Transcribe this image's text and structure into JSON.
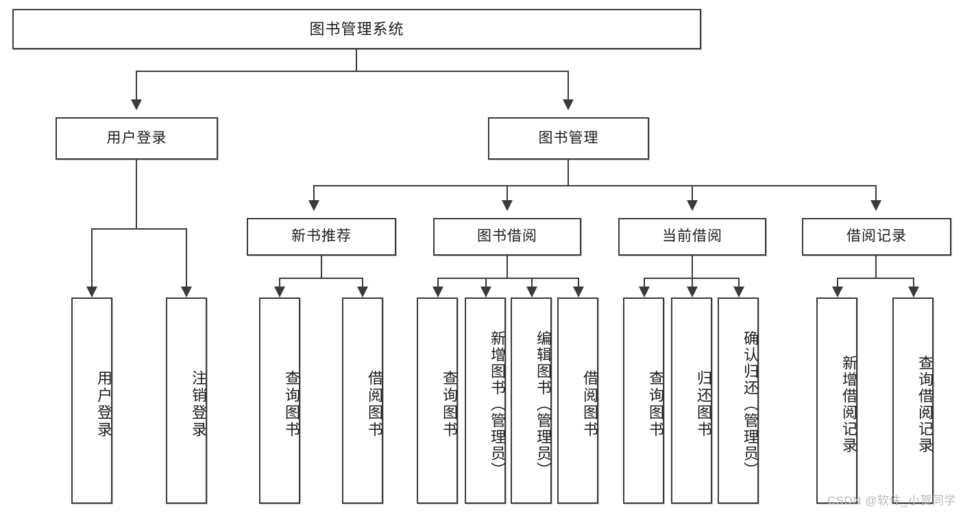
{
  "diagram": {
    "title": "图书管理系统",
    "watermark": "CSDN @软件_小贺同学",
    "line_color": "#3a3a3a",
    "box_fill": "#ffffff",
    "text_color": "#1c1c1c",
    "watermark_color": "#b9b9b9",
    "type": "tree-hierarchy",
    "root": {
      "label": "图书管理系统"
    },
    "tier1": [
      {
        "label": "用户登录"
      },
      {
        "label": "图书管理"
      }
    ],
    "tier2": [
      {
        "label": "新书推荐"
      },
      {
        "label": "图书借阅"
      },
      {
        "label": "当前借阅"
      },
      {
        "label": "借阅记录"
      }
    ],
    "leaves": {
      "user_login": [
        {
          "label": "用户登录"
        },
        {
          "label": "注销登录"
        }
      ],
      "new_book_recommend": [
        {
          "label": "查询图书"
        },
        {
          "label": "借阅图书"
        }
      ],
      "book_borrow": [
        {
          "label": "查询图书"
        },
        {
          "label": "新增图书（管理员）"
        },
        {
          "label": "编辑图书（管理员）"
        },
        {
          "label": "借阅图书"
        }
      ],
      "current_borrow": [
        {
          "label": "查询图书"
        },
        {
          "label": "归还图书"
        },
        {
          "label": "确认归还（管理员）"
        }
      ],
      "borrow_record": [
        {
          "label": "新增借阅记录"
        },
        {
          "label": "查询借阅记录"
        }
      ]
    }
  }
}
